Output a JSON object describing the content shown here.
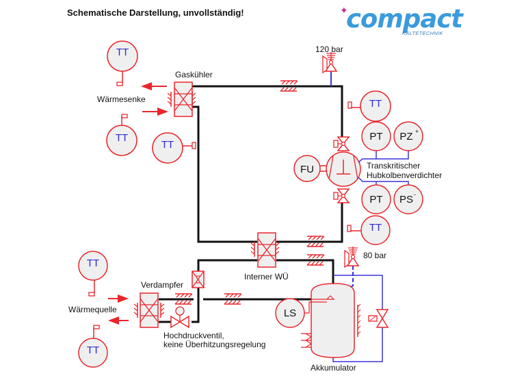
{
  "title": "Schematische Darstellung, unvollständig!",
  "logo": {
    "word": "compact",
    "sub": "KÄLTETECHNIK",
    "star": "✦"
  },
  "labels": {
    "gaskuehler": "Gaskühler",
    "waermesenke": "Wärmesenke",
    "waermequelle": "Wärmequelle",
    "verdampfer": "Verdampfer",
    "interner_wue": "Interner WÜ",
    "hochdruckventil_line1": "Hochdruckventil,",
    "hochdruckventil_line2": "keine Überhitzungsregelung",
    "akkumulator": "Akkumulator",
    "verdichter_line1": "Transkritischer",
    "verdichter_line2": "Hubkolbenverdichter",
    "relief_high": "120 bar",
    "relief_low": "80 bar"
  },
  "instruments": {
    "tt": "TT",
    "pt": "PT",
    "pz": "PZ",
    "pz_sup": "+",
    "ps": "PS",
    "ps_sup": "-",
    "fu": "FU",
    "ls": "LS"
  },
  "colors": {
    "component": "#e8262c",
    "pipe": "#111111",
    "signal": "#3a33d8",
    "tt_text": "#2a2ad0",
    "fill": "#efefef"
  }
}
